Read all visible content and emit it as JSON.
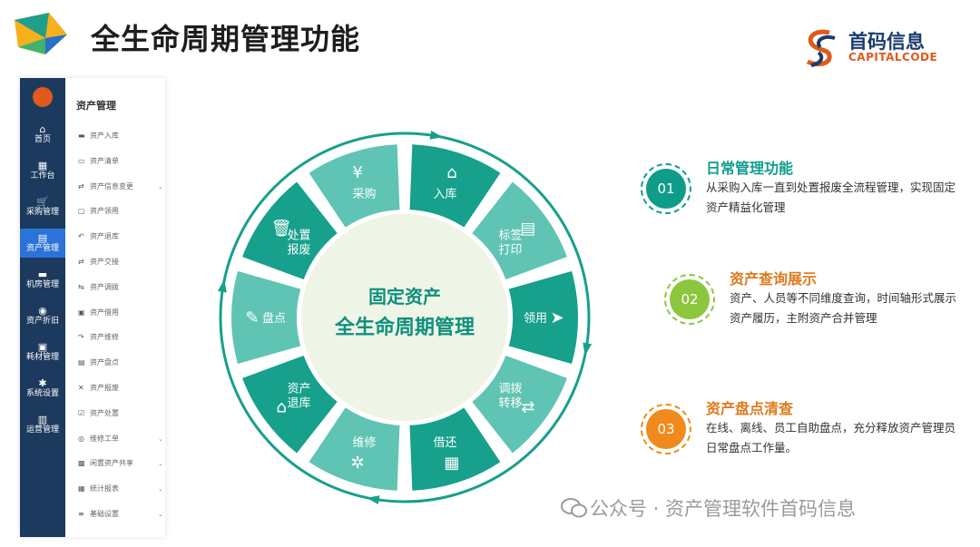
{
  "header": {
    "title": "全生命周期管理功能",
    "brand_cn": "首码信息",
    "brand_en": "CAPITALCODE"
  },
  "app": {
    "rail": [
      {
        "icon": "home-icon",
        "glyph": "⌂",
        "label": "首页"
      },
      {
        "icon": "grid-icon",
        "glyph": "▦",
        "label": "工作台"
      },
      {
        "icon": "cart-icon",
        "glyph": "🛒",
        "label": "采购管理"
      },
      {
        "icon": "doc-icon",
        "glyph": "▤",
        "label": "资产管理",
        "active": true
      },
      {
        "icon": "monitor-icon",
        "glyph": "▬",
        "label": "机房管理"
      },
      {
        "icon": "chart-icon",
        "glyph": "◉",
        "label": "资产折旧"
      },
      {
        "icon": "box-icon",
        "glyph": "▣",
        "label": "耗材管理"
      },
      {
        "icon": "gear-icon",
        "glyph": "✱",
        "label": "系统设置"
      },
      {
        "icon": "ops-icon",
        "glyph": "▥",
        "label": "运营管理"
      }
    ],
    "menu_title": "资产管理",
    "menu": [
      {
        "glyph": "▬",
        "label": "资产入库"
      },
      {
        "glyph": "▭",
        "label": "资产清单"
      },
      {
        "glyph": "⇄",
        "label": "资产信息变更",
        "chevron": true
      },
      {
        "glyph": "▢",
        "label": "资产领用"
      },
      {
        "glyph": "↶",
        "label": "资产退库"
      },
      {
        "glyph": "⇄",
        "label": "资产交接"
      },
      {
        "glyph": "⇆",
        "label": "资产调拨"
      },
      {
        "glyph": "▣",
        "label": "资产借用"
      },
      {
        "glyph": "↷",
        "label": "资产维修"
      },
      {
        "glyph": "▤",
        "label": "资产盘点"
      },
      {
        "glyph": "✕",
        "label": "资产报废"
      },
      {
        "glyph": "☑",
        "label": "资产处置"
      },
      {
        "glyph": "◎",
        "label": "维修工单",
        "chevron": true
      },
      {
        "glyph": "▩",
        "label": "闲置资产共享",
        "chevron": true
      },
      {
        "glyph": "▦",
        "label": "统计报表",
        "chevron": true
      },
      {
        "glyph": "≡",
        "label": "基础设置",
        "chevron": true
      }
    ]
  },
  "ring": {
    "center_line1": "固定资产",
    "center_line2": "全生命周期管理",
    "segments": [
      {
        "label": "采购",
        "icon": "yen-house-icon",
        "glyph": "¥",
        "tone": "light"
      },
      {
        "label": "入库",
        "icon": "warehouse-icon",
        "glyph": "⌂",
        "tone": "dark"
      },
      {
        "label": "标签\n打印",
        "icon": "label-print-icon",
        "glyph": "▤",
        "tone": "light"
      },
      {
        "label": "领用",
        "icon": "paper-plane-icon",
        "glyph": "➤",
        "tone": "dark"
      },
      {
        "label": "调拨\n转移",
        "icon": "transfer-icon",
        "glyph": "⇄",
        "tone": "light"
      },
      {
        "label": "借还",
        "icon": "calculator-icon",
        "glyph": "▦",
        "tone": "dark"
      },
      {
        "label": "维修",
        "icon": "gears-icon",
        "glyph": "✲",
        "tone": "light"
      },
      {
        "label": "资产\n退库",
        "icon": "return-house-icon",
        "glyph": "⌂",
        "tone": "dark"
      },
      {
        "label": "盘点",
        "icon": "inventory-icon",
        "glyph": "✎",
        "tone": "light"
      },
      {
        "label": "处置\n报废",
        "icon": "trash-icon",
        "glyph": "🗑",
        "tone": "dark"
      }
    ]
  },
  "features": [
    {
      "num": "01",
      "title": "日常管理功能",
      "desc": "从采购入库一直到处置报废全流程管理，实现固定资产精益化管理",
      "color": "#0f9d8a",
      "title_color": "#0f9d8a"
    },
    {
      "num": "02",
      "title": "资产查询展示",
      "desc": "资产、人员等不同维度查询，时间轴形式展示资产履历，主附资产合并管理",
      "color": "#8cc63f",
      "title_color": "#e07a1c"
    },
    {
      "num": "03",
      "title": "资产盘点清查",
      "desc": "在线、离线、员工自助盘点，充分释放资产管理员日常盘点工作量。",
      "color": "#f08a1c",
      "title_color": "#e07a1c"
    }
  ],
  "watermark": "公众号 · 资产管理软件首码信息",
  "colors": {
    "teal_dark": "#17a08b",
    "teal_light": "#5fc4b3",
    "brand_blue": "#1b3b6f",
    "brand_orange": "#e05a1c"
  }
}
